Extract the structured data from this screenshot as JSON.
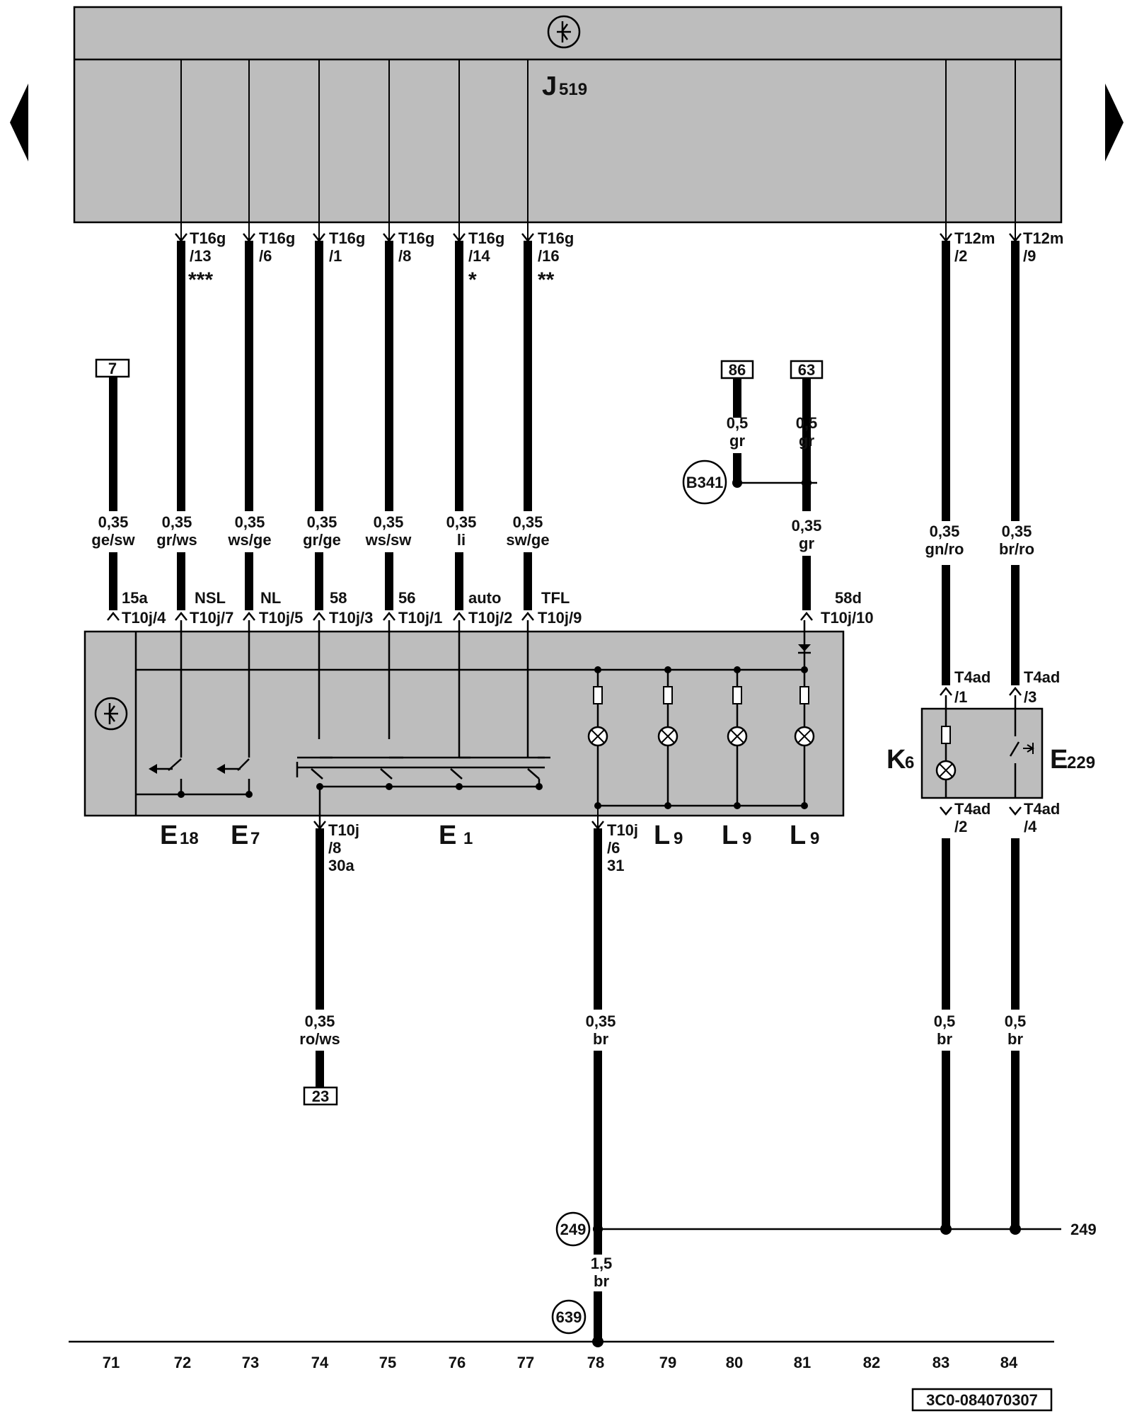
{
  "module_top": {
    "name": "J",
    "sub": "519"
  },
  "module_connectors": [
    {
      "conn": "T16g",
      "pin": "/13",
      "mark": "***"
    },
    {
      "conn": "T16g",
      "pin": "/6",
      "mark": ""
    },
    {
      "conn": "T16g",
      "pin": "/1",
      "mark": ""
    },
    {
      "conn": "T16g",
      "pin": "/8",
      "mark": ""
    },
    {
      "conn": "T16g",
      "pin": "/14",
      "mark": "*"
    },
    {
      "conn": "T16g",
      "pin": "/16",
      "mark": "**"
    },
    {
      "conn": "T12m",
      "pin": "/2",
      "mark": ""
    },
    {
      "conn": "T12m",
      "pin": "/9",
      "mark": ""
    }
  ],
  "ref_boxes": [
    "7",
    "86",
    "63",
    "23"
  ],
  "wire_labels": [
    {
      "size": "0,35",
      "color": "ge/sw"
    },
    {
      "size": "0,35",
      "color": "gr/ws"
    },
    {
      "size": "0,35",
      "color": "ws/ge"
    },
    {
      "size": "0,35",
      "color": "gr/ge"
    },
    {
      "size": "0,35",
      "color": "ws/sw"
    },
    {
      "size": "0,35",
      "color": "li"
    },
    {
      "size": "0,35",
      "color": "sw/ge"
    },
    {
      "size": "0,5",
      "color": "gr"
    },
    {
      "size": "0,5",
      "color": "gr"
    },
    {
      "size": "0,35",
      "color": "gr"
    },
    {
      "size": "0,35",
      "color": "gn/ro"
    },
    {
      "size": "0,35",
      "color": "br/ro"
    },
    {
      "size": "0,35",
      "color": "ro/ws"
    },
    {
      "size": "0,35",
      "color": "br"
    },
    {
      "size": "0,5",
      "color": "br"
    },
    {
      "size": "0,5",
      "color": "br"
    },
    {
      "size": "1,5",
      "color": "br"
    }
  ],
  "switch_terminals": [
    {
      "func": "15a",
      "pin": "T10j/4"
    },
    {
      "func": "NSL",
      "pin": "T10j/7"
    },
    {
      "func": "NL",
      "pin": "T10j/5"
    },
    {
      "func": "58",
      "pin": "T10j/3"
    },
    {
      "func": "56",
      "pin": "T10j/1"
    },
    {
      "func": "auto",
      "pin": "T10j/2"
    },
    {
      "func": "TFL",
      "pin": "T10j/9"
    },
    {
      "func": "58d",
      "pin": "T10j/10"
    }
  ],
  "bottom_terminals": [
    {
      "conn": "T10j",
      "pin": "/8",
      "func": "30a"
    },
    {
      "conn": "T10j",
      "pin": "/6",
      "func": "31"
    }
  ],
  "k6_terminals": [
    {
      "conn": "T4ad",
      "pin": "/1"
    },
    {
      "conn": "T4ad",
      "pin": "/3"
    },
    {
      "conn": "T4ad",
      "pin": "/2"
    },
    {
      "conn": "T4ad",
      "pin": "/4"
    }
  ],
  "components": [
    {
      "name": "E",
      "sub": "18"
    },
    {
      "name": "E",
      "sub": "7"
    },
    {
      "name": "E",
      "sub": "1"
    },
    {
      "name": "L",
      "sub": "9"
    },
    {
      "name": "L",
      "sub": "9"
    },
    {
      "name": "L",
      "sub": "9"
    },
    {
      "name": "K",
      "sub": "6"
    },
    {
      "name": "E",
      "sub": "229"
    }
  ],
  "connection_points": {
    "b341": "B341",
    "c249": "249",
    "c249_right": "249",
    "c639": "639"
  },
  "grid_numbers": [
    "71",
    "72",
    "73",
    "74",
    "75",
    "76",
    "77",
    "78",
    "79",
    "80",
    "81",
    "82",
    "83",
    "84"
  ],
  "doc_code": "3C0-084070307",
  "icons": {
    "nav_prev": "triangle-left-icon",
    "nav_next": "triangle-right-icon",
    "control_unit": "control-unit-symbol-icon"
  }
}
